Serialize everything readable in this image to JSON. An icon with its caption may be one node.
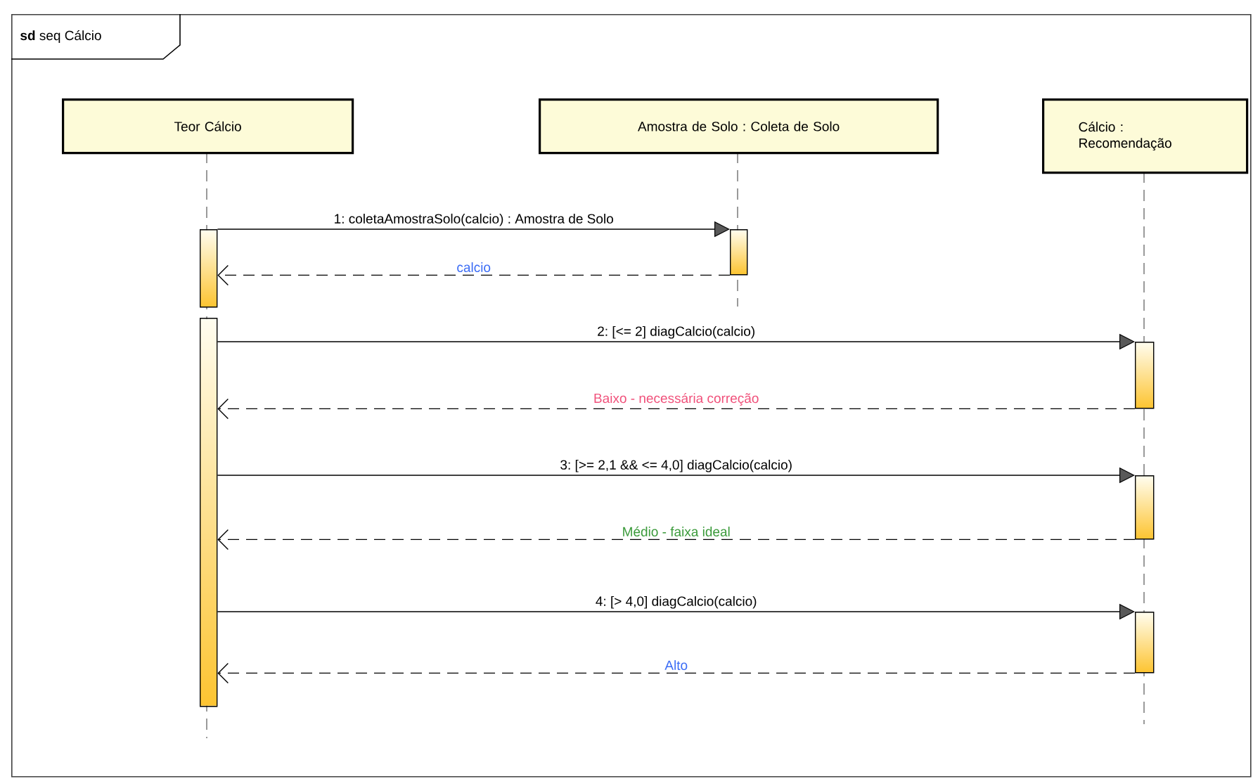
{
  "diagram": {
    "nodes": [
      {
        "text": [
          "**sd** seq Cálcio"
        ]
      },
      {
        "text": [
          "Teor Cálcio"
        ],
        "in": 0
      },
      {
        "text": [
          "Amostra de Solo : Coleta de Solo"
        ],
        "in": 0
      },
      {
        "text": [
          "Cálcio : Recomendação"
        ],
        "in": 0
      },
      {
        "text": [],
        "shape": "bar",
        "in": 0
      },
      {
        "text": [],
        "shape": "bar",
        "in": 0
      },
      {
        "text": [],
        "shape": "bar",
        "in": 0
      },
      {
        "text": [],
        "shape": "bar",
        "in": 0
      },
      {
        "text": [],
        "shape": "bar",
        "in": 0
      },
      {
        "text": [],
        "shape": "bar",
        "in": 0
      }
    ],
    "edges": [
      {
        "from": 4,
        "to": 6,
        "arrow": "to",
        "label": "1: coletaAmostraSolo(calcio) : Amostra de Solo"
      },
      {
        "from": 6,
        "to": 4,
        "arrow": "to",
        "label": "calcio",
        "style": "dashed"
      },
      {
        "from": 5,
        "to": 7,
        "arrow": "to",
        "label": "2: [<= 2] diagCalcio(calcio)"
      },
      {
        "from": 7,
        "to": 5,
        "arrow": "to",
        "label": "Baixo - necessária correção",
        "style": "dashed"
      },
      {
        "from": 5,
        "to": 8,
        "arrow": "to",
        "label": "3: [>= 2,1 && <= 4,0] diagCalcio(calcio)"
      },
      {
        "from": 8,
        "to": 5,
        "arrow": "to",
        "label": "Médio - faixa ideal",
        "style": "dashed"
      },
      {
        "from": 5,
        "to": 9,
        "arrow": "to",
        "label": "4: [> 4,0] diagCalcio(calcio)"
      },
      {
        "from": 9,
        "to": 5,
        "arrow": "to",
        "label": "Alto",
        "style": "dashed"
      }
    ]
  }
}
